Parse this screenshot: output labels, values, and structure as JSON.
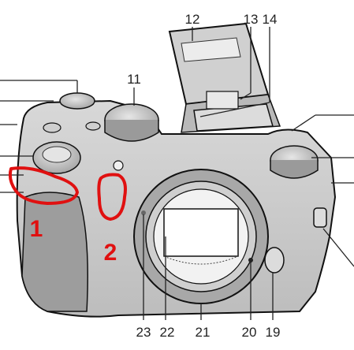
{
  "diagram": {
    "callouts": [
      "11",
      "12",
      "13",
      "14",
      "19",
      "20",
      "21",
      "22",
      "23"
    ],
    "annotations": {
      "mark_1": "1",
      "mark_2": "2",
      "color": "#e01010"
    }
  }
}
